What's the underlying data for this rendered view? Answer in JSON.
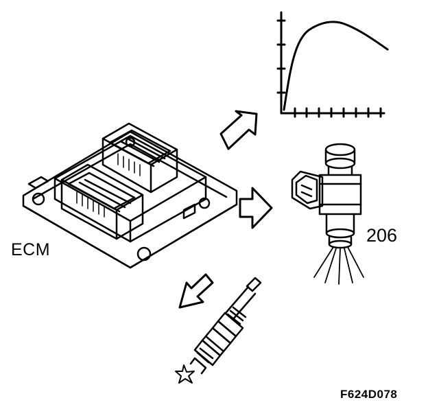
{
  "labels": {
    "ecm": "ECM",
    "injector_ref": "206",
    "figure_code": "F624D078"
  },
  "components": {
    "control_unit": "ecm-icon",
    "graph": "ignition-curve-icon",
    "injector": "fuel-injector-icon",
    "spark_plug": "spark-plug-icon",
    "arrows": [
      "arrow-up-right-icon",
      "arrow-right-icon",
      "arrow-down-left-icon"
    ]
  },
  "colors": {
    "line": "#000000",
    "background": "#ffffff"
  }
}
